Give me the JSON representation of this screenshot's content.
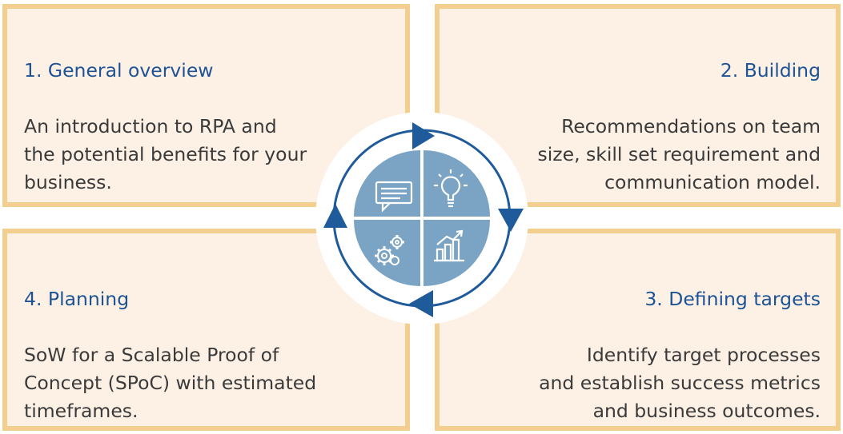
{
  "steps": [
    {
      "title": "1. General overview",
      "body": "An introduction to RPA and\nthe potential benefits for your\nbusiness."
    },
    {
      "title": "2. Building",
      "body": "Recommendations on team\nsize, skill set requirement and\ncommunication model."
    },
    {
      "title": "3. Defining targets",
      "body": "Identify target processes\nand establish success metrics\nand business outcomes."
    },
    {
      "title": "4. Planning",
      "body": "SoW for a Scalable Proof of\nConcept (SPoC) with estimated\ntimeframes."
    }
  ],
  "icons": [
    "speech-bubble-icon",
    "lightbulb-icon",
    "gears-icon",
    "bar-chart-icon"
  ],
  "colors": {
    "box_fill": "#fdf1e6",
    "box_border": "#f2cf8e",
    "title": "#1d5394",
    "body_text": "#3a3a3a",
    "quadrant": "#7aa3c4",
    "ring_arrow": "#1f5a9a"
  }
}
